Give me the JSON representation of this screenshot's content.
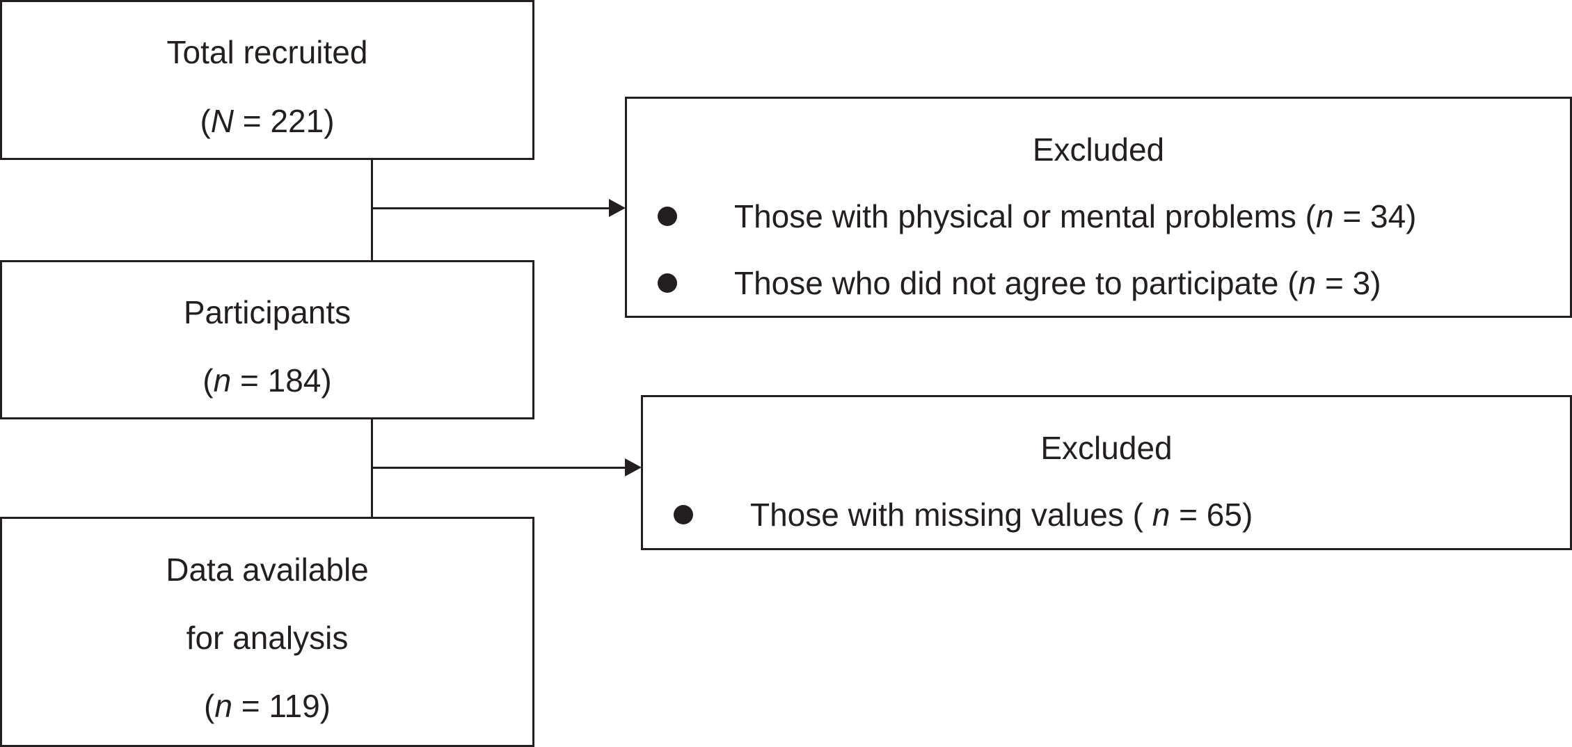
{
  "recruited": {
    "title": "Total recruited",
    "count_open": "(",
    "count_var": "N",
    "count_rest": " = 221)"
  },
  "participants": {
    "title": "Participants",
    "count_open": "(",
    "count_var": "n",
    "count_rest": " = 184)"
  },
  "analysis": {
    "title_line1": "Data available",
    "title_line2": "for analysis",
    "count_open": "(",
    "count_var": "n",
    "count_rest": " = 119)"
  },
  "excluded_1": {
    "title": "Excluded",
    "items": [
      {
        "pre": "Those with physical or mental problems (",
        "var": "n",
        "post": " = 34)"
      },
      {
        "pre": "Those who did not agree to participate (",
        "var": "n",
        "post": " = 3)"
      }
    ]
  },
  "excluded_2": {
    "title": "Excluded",
    "items": [
      {
        "pre": "Those with missing values ( ",
        "var": "n",
        "post": " = 65)"
      }
    ]
  },
  "colors": {
    "ink": "#231f20",
    "background": "#ffffff"
  }
}
